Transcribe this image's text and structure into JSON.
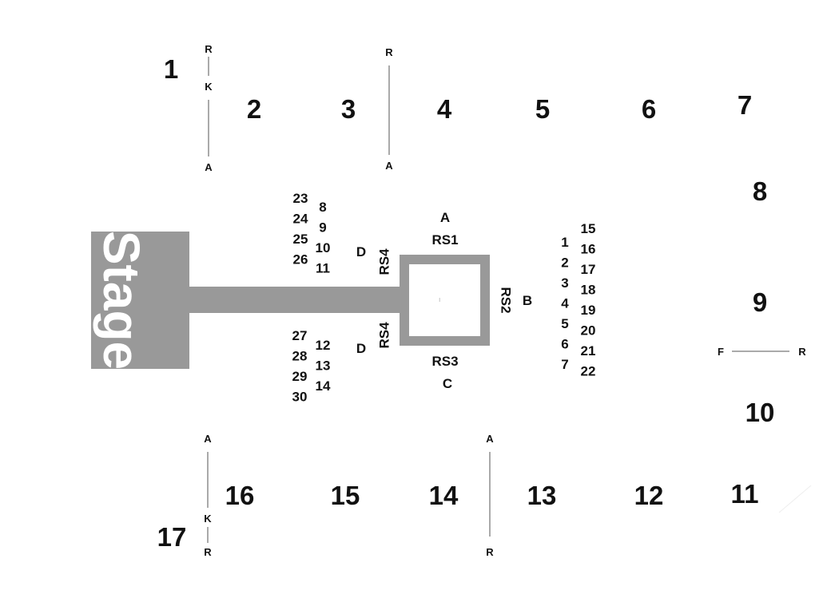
{
  "sections_top": [
    "1",
    "2",
    "3",
    "4",
    "5",
    "6",
    "7"
  ],
  "sections_right": [
    "8",
    "9",
    "10"
  ],
  "sections_bottom": [
    "11",
    "12",
    "13",
    "14",
    "15",
    "16",
    "17"
  ],
  "stage_label": "Stage",
  "ring_labels": {
    "rs1": "RS1",
    "rs2": "RS2",
    "rs3": "RS3",
    "rs4_top": "RS4",
    "rs4_bottom": "RS4"
  },
  "side_letters": {
    "a": "A",
    "b": "B",
    "c": "C",
    "d_top": "D",
    "d_bottom": "D"
  },
  "left_upper_outer": [
    "23",
    "24",
    "25",
    "26"
  ],
  "left_upper_inner": [
    "8",
    "9",
    "10",
    "11"
  ],
  "left_lower_outer": [
    "27",
    "28",
    "29",
    "30"
  ],
  "left_lower_inner": [
    "12",
    "13",
    "14"
  ],
  "right_inner": [
    "1",
    "2",
    "3",
    "4",
    "5",
    "6",
    "7"
  ],
  "right_outer": [
    "15",
    "16",
    "17",
    "18",
    "19",
    "20",
    "21",
    "22"
  ],
  "divider_marks": {
    "top_left": [
      "R",
      "K",
      "A"
    ],
    "top_mid": [
      "R",
      "A"
    ],
    "bottom_left": [
      "A",
      "K",
      "R"
    ],
    "bottom_mid": [
      "A",
      "R"
    ],
    "right_side": [
      "F",
      "R"
    ]
  }
}
